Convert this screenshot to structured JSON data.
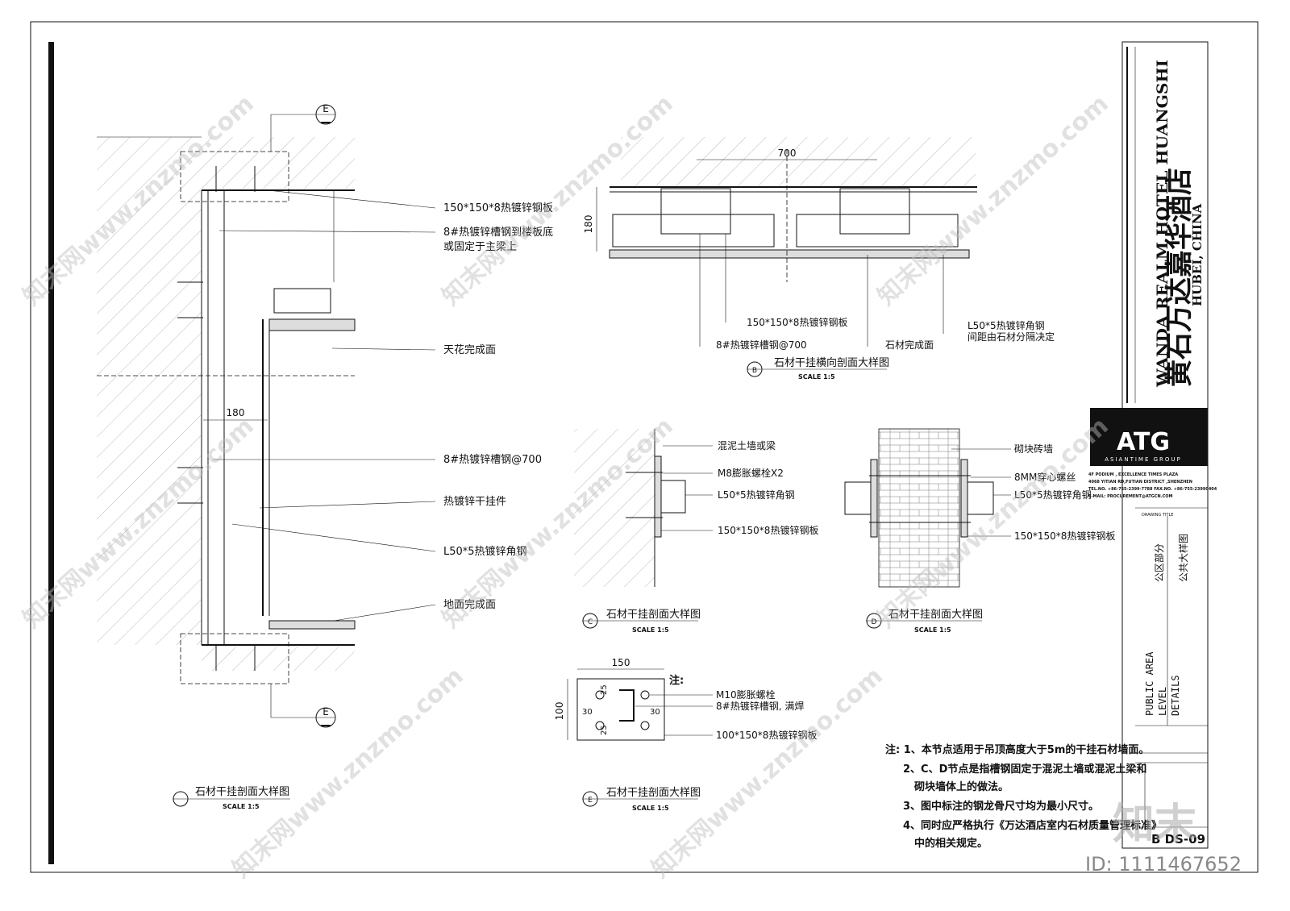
{
  "title_block": {
    "project_cn": "黄石万达嘉华酒店",
    "project_en": "WANDA REALM HOTEL HUANGSHI",
    "location": "HUBEI, CHINA",
    "company_logo": "ATG",
    "company_sub": "ASIANTIME GROUP",
    "address_1": "4F PODIUM , EXCELLENCE TIMES PLAZA",
    "address_2": "4068 YITIAN RD,FUTIAN DISTRICT ,SHENZHEN",
    "tel": "TEL.NO. +86-755-2399-7788   FAX.NO. +86-755-23990404",
    "email": "E-MAIL: PROCUREMENT@ATGCN.COM",
    "drawing_title_label": "DRAWING TITLE",
    "area_cn": "公区部分",
    "title_cn": "公共大样图",
    "area_en_1": "PUBLIC AREA",
    "area_en_2": "LEVEL",
    "area_en_3": "DETAILS",
    "drawing_no": "B DS-09"
  },
  "detail_a": {
    "section_tag_top": "E",
    "section_tag_bottom": "E",
    "dim": "180",
    "labels": [
      "150*150*8热镀锌钢板",
      "8#热镀锌槽钢到楼板底",
      "或固定于主梁上",
      "天花完成面",
      "8#热镀锌槽钢@700",
      "热镀锌干挂件",
      "L50*5热镀锌角钢",
      "地面完成面"
    ],
    "title": "石材干挂剖面大样图",
    "scale": "SCALE 1:5"
  },
  "detail_b": {
    "tag": "B",
    "dim_w": "700",
    "dim_h": "180",
    "labels": [
      "150*150*8热镀锌钢板",
      "8#热镀锌槽钢@700",
      "石材完成面",
      "L50*5热镀锌角钢",
      "间距由石材分隔决定"
    ],
    "title": "石材干挂横向剖面大样图",
    "scale": "SCALE 1:5"
  },
  "detail_c": {
    "tag": "C",
    "labels": [
      "混泥土墙或梁",
      "M8膨胀螺栓X2",
      "L50*5热镀锌角钢",
      "150*150*8热镀锌钢板"
    ],
    "title": "石材干挂剖面大样图",
    "scale": "SCALE 1:5"
  },
  "detail_d": {
    "tag": "D",
    "labels": [
      "砌块砖墙",
      "8MM穿心螺丝",
      "L50*5热镀锌角钢",
      "150*150*8热镀锌钢板"
    ],
    "title": "石材干挂剖面大样图",
    "scale": "SCALE 1:5"
  },
  "detail_e": {
    "tag": "E",
    "dim_w": "150",
    "dim_h": "100",
    "d25a": "25",
    "d25b": "25",
    "d30a": "30",
    "d30b": "30",
    "note_head": "注:",
    "labels": [
      "M10膨胀螺栓",
      "8#热镀锌槽钢, 满焊",
      "100*150*8热镀锌钢板"
    ],
    "title": "石材干挂剖面大样图",
    "scale": "SCALE 1:5"
  },
  "notes": [
    "注: 1、本节点适用于吊顶高度大于5m的干挂石材墙面。",
    "2、C、D节点是指槽钢固定于混泥土墙或混泥土梁和",
    "砌块墙体上的做法。",
    "3、图中标注的钢龙骨尺寸均为最小尺寸。",
    "4、同时应严格执行《万达酒店室内石材质量管理标准》",
    "中的相关规定。"
  ],
  "watermark": {
    "text": "知末网www.znzmo.com",
    "brand": "知末",
    "id": "ID: 1111467652"
  }
}
